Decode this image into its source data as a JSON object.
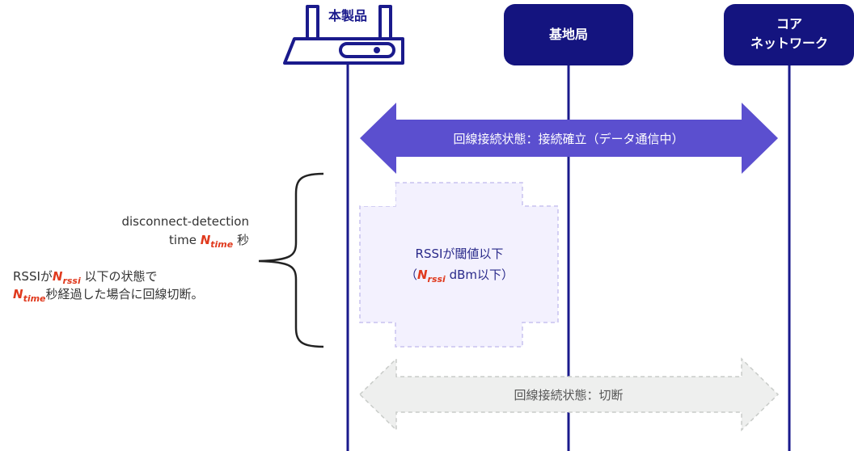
{
  "entities": {
    "device": {
      "label": "本製品"
    },
    "base_station": {
      "label": "基地局"
    },
    "core_network": {
      "label_line1": "コア",
      "label_line2": "ネットワーク"
    }
  },
  "arrows": {
    "established": {
      "label": "回線接続状態：接続確立（データ通信中）"
    },
    "rssi": {
      "line1": "RSSIが閾値以下",
      "line2_open": "（",
      "line2_var": "N",
      "line2_sub": "rssi",
      "line2_rest": " dBm以下）"
    },
    "disconnected": {
      "label": "回線接続状態：切断"
    }
  },
  "annotation": {
    "line1": "disconnect-detection",
    "line2_prefix": "time ",
    "line2_var": "N",
    "line2_sub": "time",
    "line2_suffix": " 秒",
    "line3_prefix": "RSSIが",
    "line3_var": "N",
    "line3_sub": "rssi",
    "line3_suffix": " 以下の状態で",
    "line4_var": "N",
    "line4_sub": "time",
    "line4_suffix": "秒経過した場合に回線切断。"
  },
  "colors": {
    "navy": "#1a1a8c",
    "established_arrow": "#5b4fcf",
    "rssi_fill": "#f3f1fe",
    "rssi_border": "#c8c2ef",
    "rssi_text": "#2a2a8a",
    "disconnected_fill": "#eeefee",
    "disconnected_border": "#c9ccc9",
    "disconnected_text": "#555555",
    "variable_red": "#e03a1e"
  }
}
